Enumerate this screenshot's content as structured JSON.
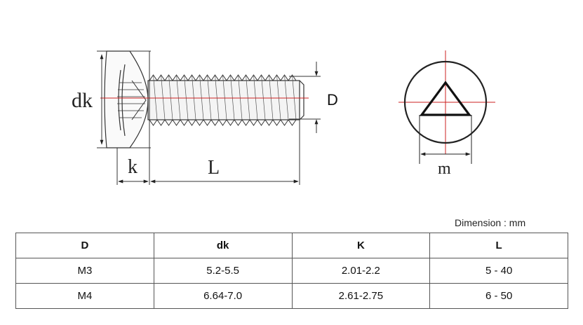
{
  "diagram": {
    "labels": {
      "dk": "dk",
      "k": "k",
      "L": "L",
      "D": "D",
      "m": "m"
    },
    "accent_color": "#cc2222"
  },
  "dimension_note": "Dimension : mm",
  "table": {
    "headers": [
      "D",
      "dk",
      "K",
      "L"
    ],
    "rows": [
      [
        "M3",
        "5.2-5.5",
        "2.01-2.2",
        "5 - 40"
      ],
      [
        "M4",
        "6.64-7.0",
        "2.61-2.75",
        "6 - 50"
      ]
    ]
  }
}
